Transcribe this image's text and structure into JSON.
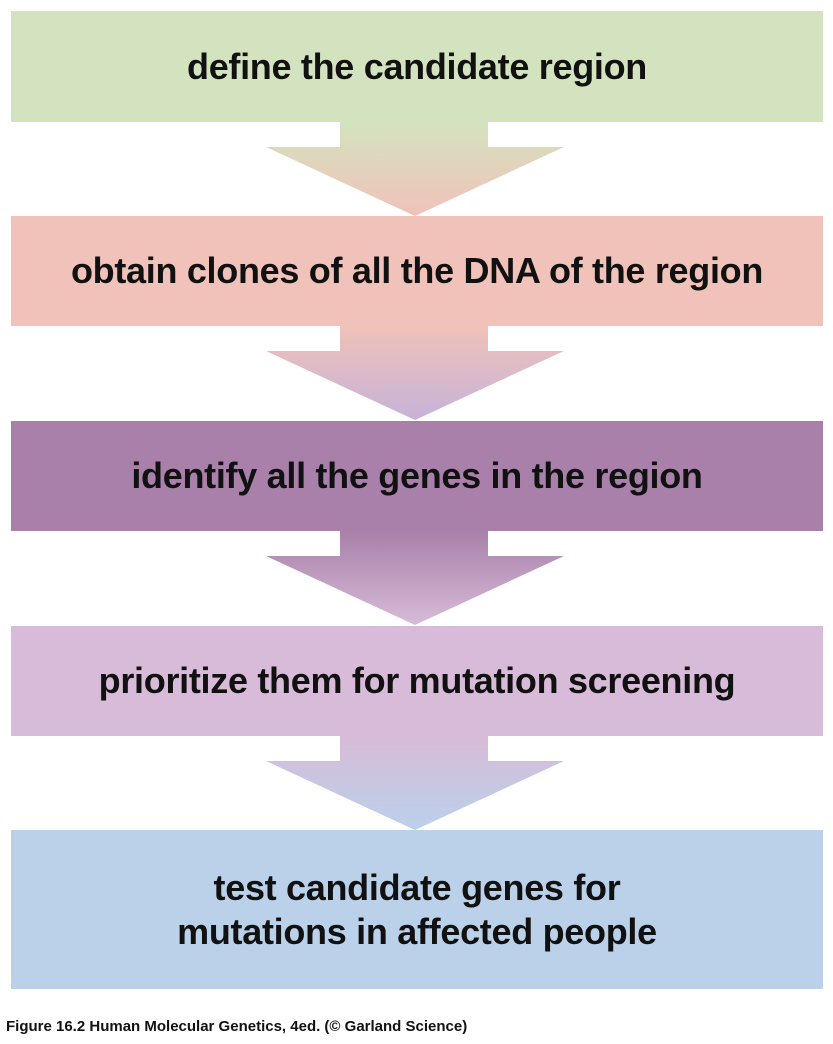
{
  "steps": [
    {
      "lines": [
        "define the candidate region"
      ],
      "color": "#d4e3bf"
    },
    {
      "lines": [
        "obtain clones of all the DNA of the region"
      ],
      "color": "#f0c2b9"
    },
    {
      "lines": [
        "identify all the genes in the region"
      ],
      "color": "#a880a9"
    },
    {
      "lines": [
        "prioritize them for mutation screening"
      ],
      "color": "#d7bbd8"
    },
    {
      "lines": [
        "test candidate genes for",
        "mutations in affected people"
      ],
      "color": "#bbd1ea"
    }
  ],
  "caption": "Figure 16.2  Human Molecular Genetics, 4ed. (© Garland Science)"
}
